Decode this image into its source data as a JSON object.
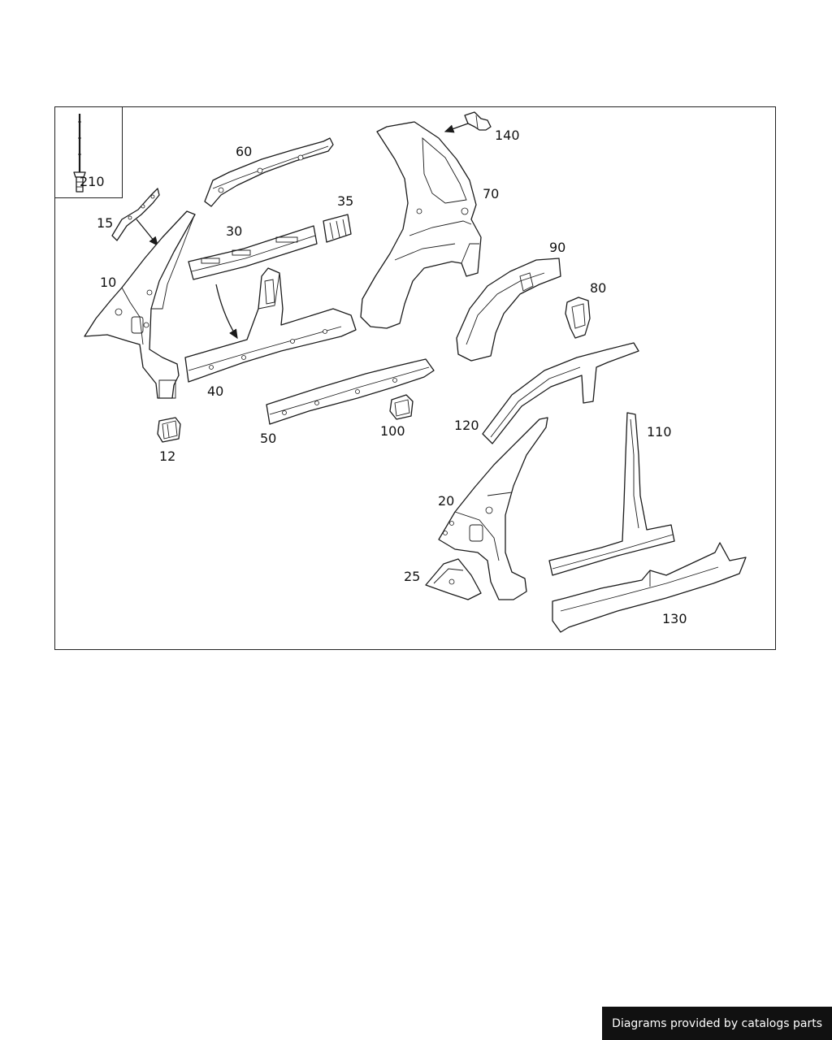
{
  "diagram": {
    "labels": {
      "p10": "10",
      "p12": "12",
      "p15": "15",
      "p20": "20",
      "p25": "25",
      "p30": "30",
      "p35": "35",
      "p40": "40",
      "p50": "50",
      "p60": "60",
      "p70": "70",
      "p80": "80",
      "p90": "90",
      "p100": "100",
      "p110": "110",
      "p120": "120",
      "p130": "130",
      "p140": "140",
      "p210": "210"
    }
  },
  "footer": {
    "text": "Diagrams provided by catalogs parts"
  }
}
